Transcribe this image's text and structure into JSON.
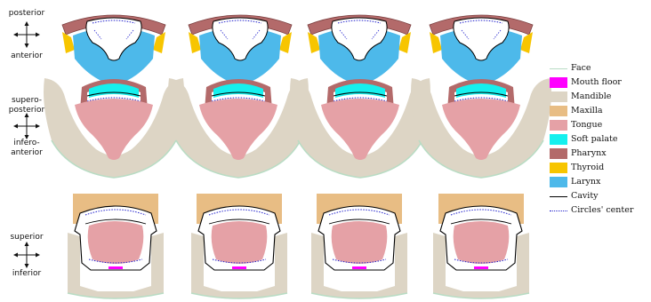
{
  "axes": {
    "row1": {
      "top": "posterior",
      "bottom": "anterior"
    },
    "row2": {
      "top_line1": "supero-",
      "top_line2": "posterior",
      "bottom_line1": "infero-",
      "bottom_line2": "anterior"
    },
    "row3": {
      "top": "superior",
      "bottom": "inferior"
    }
  },
  "legend": {
    "items": [
      {
        "label": "Face",
        "kind": "line",
        "color": "#b8dcc4"
      },
      {
        "label": "Mouth floor",
        "kind": "swatch",
        "color": "#ff00ff"
      },
      {
        "label": "Mandible",
        "kind": "swatch",
        "color": "#ddd5c5"
      },
      {
        "label": "Maxilla",
        "kind": "swatch",
        "color": "#e8bd84"
      },
      {
        "label": "Tongue",
        "kind": "swatch",
        "color": "#e5a1a6"
      },
      {
        "label": "Soft palate",
        "kind": "swatch",
        "color": "#16f0ee"
      },
      {
        "label": "Pharynx",
        "kind": "swatch",
        "color": "#b36a6a"
      },
      {
        "label": "Thyroid",
        "kind": "swatch",
        "color": "#f7c500"
      },
      {
        "label": "Larynx",
        "kind": "swatch",
        "color": "#4db9ea"
      },
      {
        "label": "Cavity",
        "kind": "line",
        "color": "#000000"
      },
      {
        "label": "Circles' center",
        "kind": "dotted",
        "color": "#2222cc"
      }
    ]
  },
  "colors": {
    "face": "#b8dcc4",
    "mandible": "#ddd5c5",
    "maxilla": "#e8bd84",
    "tongue": "#e5a1a6",
    "soft_palate": "#16f0ee",
    "pharynx": "#b36a6a",
    "thyroid": "#f7c500",
    "larynx": "#4db9ea",
    "mouth_floor": "#ff00ff",
    "cavity": "#000000",
    "circles_center": "#2222cc"
  }
}
